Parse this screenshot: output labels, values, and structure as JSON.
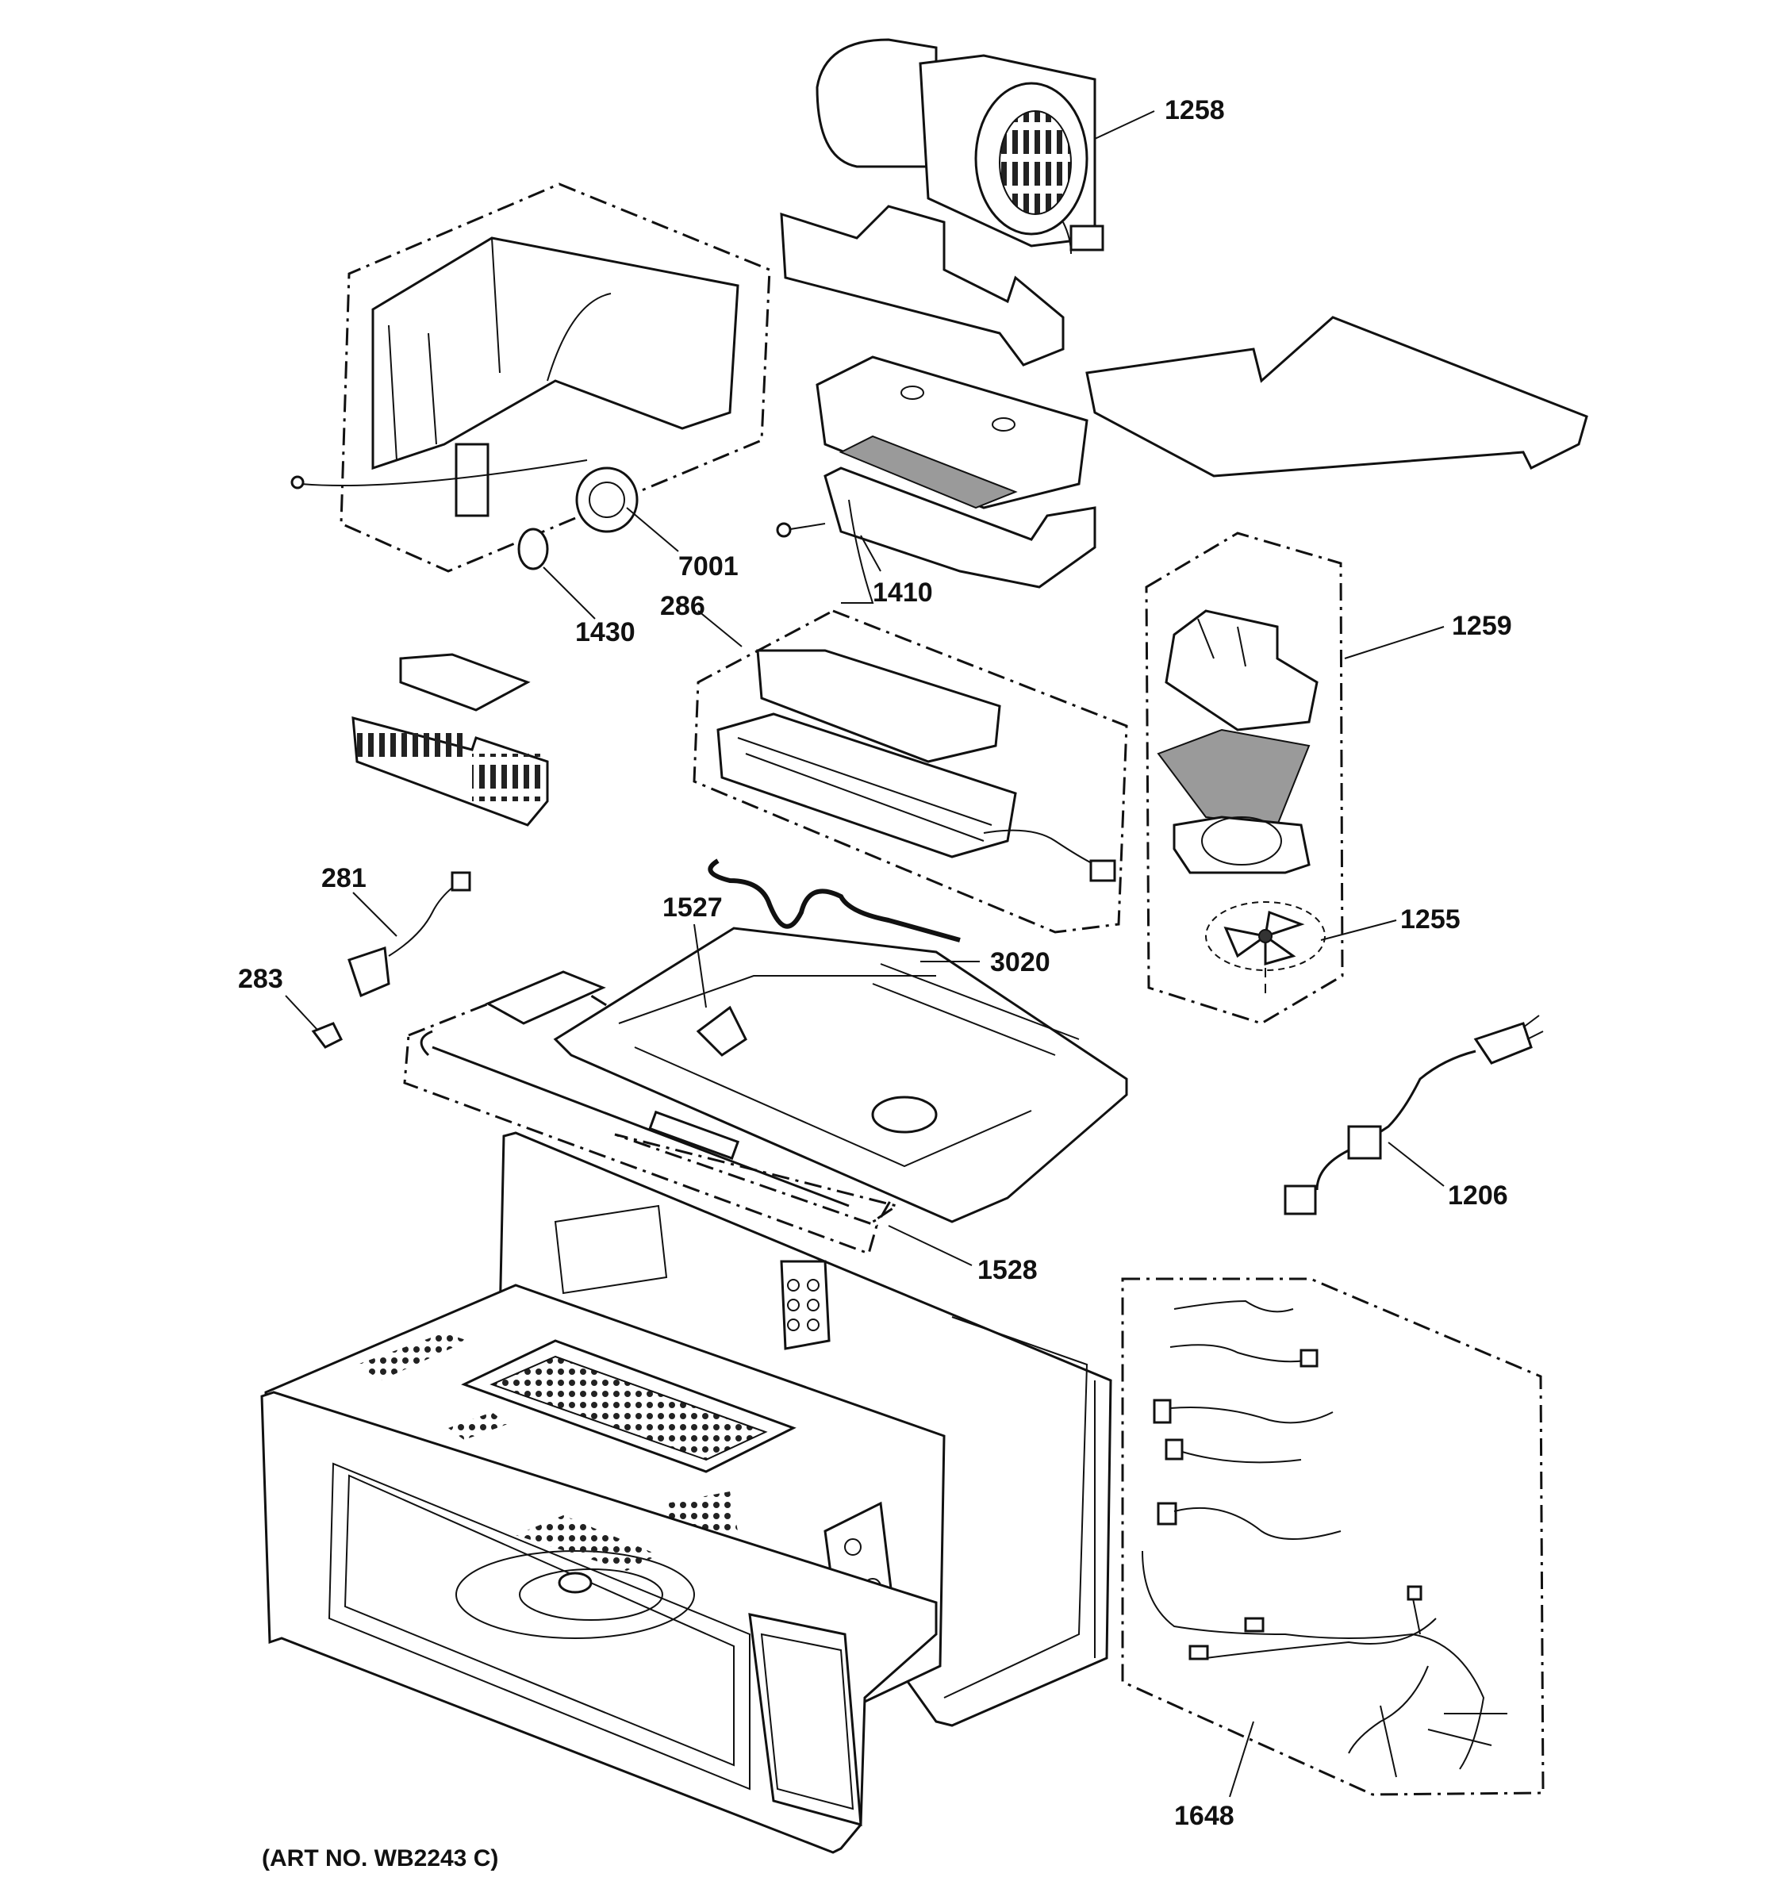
{
  "callouts": {
    "c1258": "1258",
    "c7001": "7001",
    "c1430": "1430",
    "c1410": "1410",
    "c286": "286",
    "c1259": "1259",
    "c281": "281",
    "c1527": "1527",
    "c3020": "3020",
    "c1255": "1255",
    "c283": "283",
    "c1206": "1206",
    "c1528": "1528",
    "c1648": "1648"
  },
  "art_number": "(ART NO. WB2243 C)"
}
